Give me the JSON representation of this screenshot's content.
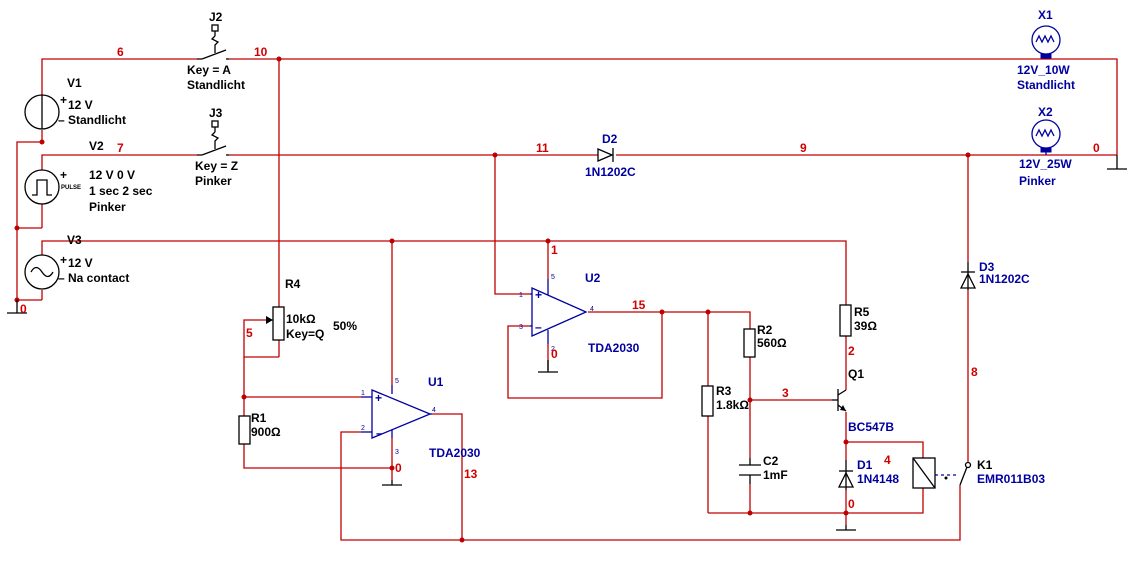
{
  "components": {
    "v1": {
      "ref": "V1",
      "value": "12 V",
      "desc": "Standlicht"
    },
    "v2": {
      "ref": "V2",
      "value": "12 V 0 V",
      "timing": "1 sec 2 sec",
      "desc": "Pinker",
      "pulse": "PULSE"
    },
    "v3": {
      "ref": "V3",
      "value": "12 V",
      "desc": "Na contact"
    },
    "j2": {
      "ref": "J2",
      "key": "Key = A",
      "desc": "Standlicht"
    },
    "j3": {
      "ref": "J3",
      "key": "Key = Z",
      "desc": "Pinker"
    },
    "x1": {
      "ref": "X1",
      "value": "12V_10W",
      "desc": "Standlicht"
    },
    "x2": {
      "ref": "X2",
      "value": "12V_25W",
      "desc": "Pinker"
    },
    "d2": {
      "ref": "D2",
      "value": "1N1202C"
    },
    "d3": {
      "ref": "D3",
      "value": "1N1202C"
    },
    "d1": {
      "ref": "D1",
      "value": "1N4148"
    },
    "u1": {
      "ref": "U1",
      "value": "TDA2030"
    },
    "u2": {
      "ref": "U2",
      "value": "TDA2030"
    },
    "r4": {
      "ref": "R4",
      "value": "10kΩ",
      "key": "Key=Q",
      "pct": "50%"
    },
    "r1": {
      "ref": "R1",
      "value": "900Ω"
    },
    "r2": {
      "ref": "R2",
      "value": "560Ω"
    },
    "r3": {
      "ref": "R3",
      "value": "1.8kΩ"
    },
    "r5": {
      "ref": "R5",
      "value": "39Ω"
    },
    "c2": {
      "ref": "C2",
      "value": "1mF"
    },
    "q1": {
      "ref": "Q1",
      "value": "BC547B"
    },
    "k1": {
      "ref": "K1",
      "value": "EMR011B03"
    }
  },
  "nets": {
    "n6": "6",
    "n10": "10",
    "n7": "7",
    "n11": "11",
    "n9": "9",
    "n0_right": "0",
    "n0_left": "0",
    "n1": "1",
    "n15": "15",
    "n0_u2": "0",
    "n5": "5",
    "n2": "2",
    "n3": "3",
    "n0_u1": "0",
    "n13": "13",
    "n4": "4",
    "n8": "8",
    "n0_bottom": "0"
  },
  "pins": {
    "u1_p1": "1",
    "u1_p2": "2",
    "u1_p3": "3",
    "u1_p4": "4",
    "u1_p5": "5",
    "u2_p1": "1",
    "u2_p2": "2",
    "u2_p3": "3",
    "u2_p4": "4",
    "u2_p5": "5"
  },
  "colors": {
    "wire": "#c00000",
    "net_label": "#d00000",
    "component_blue": "#0000a0"
  }
}
